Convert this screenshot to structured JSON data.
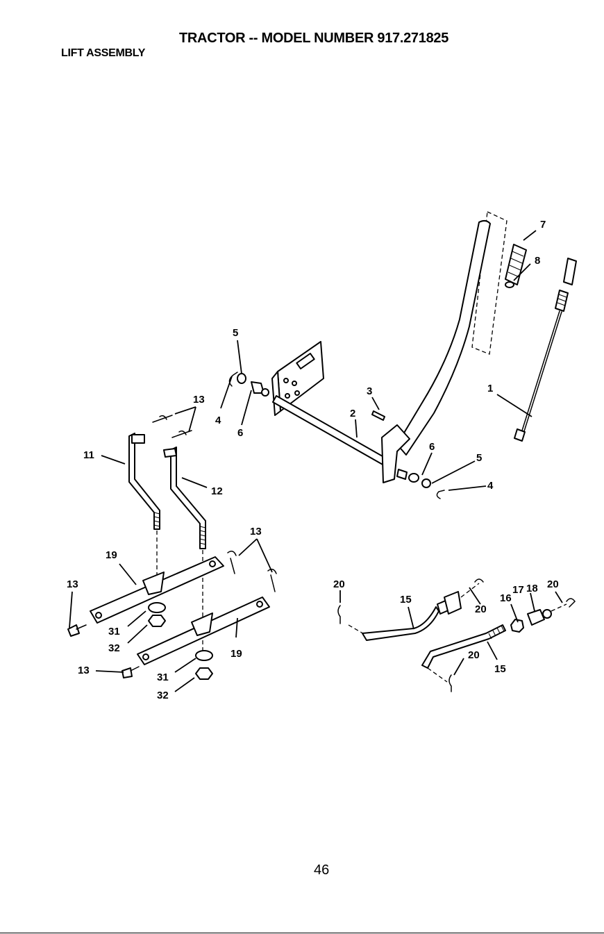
{
  "header": {
    "title": "TRACTOR -- MODEL NUMBER 917.271825",
    "subtitle": "LIFT ASSEMBLY"
  },
  "footer": {
    "page_number": "46"
  },
  "callouts": [
    {
      "id": "c7",
      "text": "7"
    },
    {
      "id": "c8",
      "text": "8"
    },
    {
      "id": "c1",
      "text": "1"
    },
    {
      "id": "c5a",
      "text": "5"
    },
    {
      "id": "c4a",
      "text": "4"
    },
    {
      "id": "c6a",
      "text": "6"
    },
    {
      "id": "c3",
      "text": "3"
    },
    {
      "id": "c2",
      "text": "2"
    },
    {
      "id": "c6b",
      "text": "6"
    },
    {
      "id": "c5b",
      "text": "5"
    },
    {
      "id": "c4b",
      "text": "4"
    },
    {
      "id": "c13a",
      "text": "13"
    },
    {
      "id": "c11",
      "text": "11"
    },
    {
      "id": "c12",
      "text": "12"
    },
    {
      "id": "c13b",
      "text": "13"
    },
    {
      "id": "c19a",
      "text": "19"
    },
    {
      "id": "c13c",
      "text": "13"
    },
    {
      "id": "c31a",
      "text": "31"
    },
    {
      "id": "c32a",
      "text": "32"
    },
    {
      "id": "c19b",
      "text": "19"
    },
    {
      "id": "c13d",
      "text": "13"
    },
    {
      "id": "c31b",
      "text": "31"
    },
    {
      "id": "c32b",
      "text": "32"
    },
    {
      "id": "c20a",
      "text": "20"
    },
    {
      "id": "c15a",
      "text": "15"
    },
    {
      "id": "c20b",
      "text": "20"
    },
    {
      "id": "c16",
      "text": "16"
    },
    {
      "id": "c17",
      "text": "17"
    },
    {
      "id": "c18",
      "text": "18"
    },
    {
      "id": "c20c",
      "text": "20"
    },
    {
      "id": "c20d",
      "text": "20"
    },
    {
      "id": "c15b",
      "text": "15"
    }
  ]
}
